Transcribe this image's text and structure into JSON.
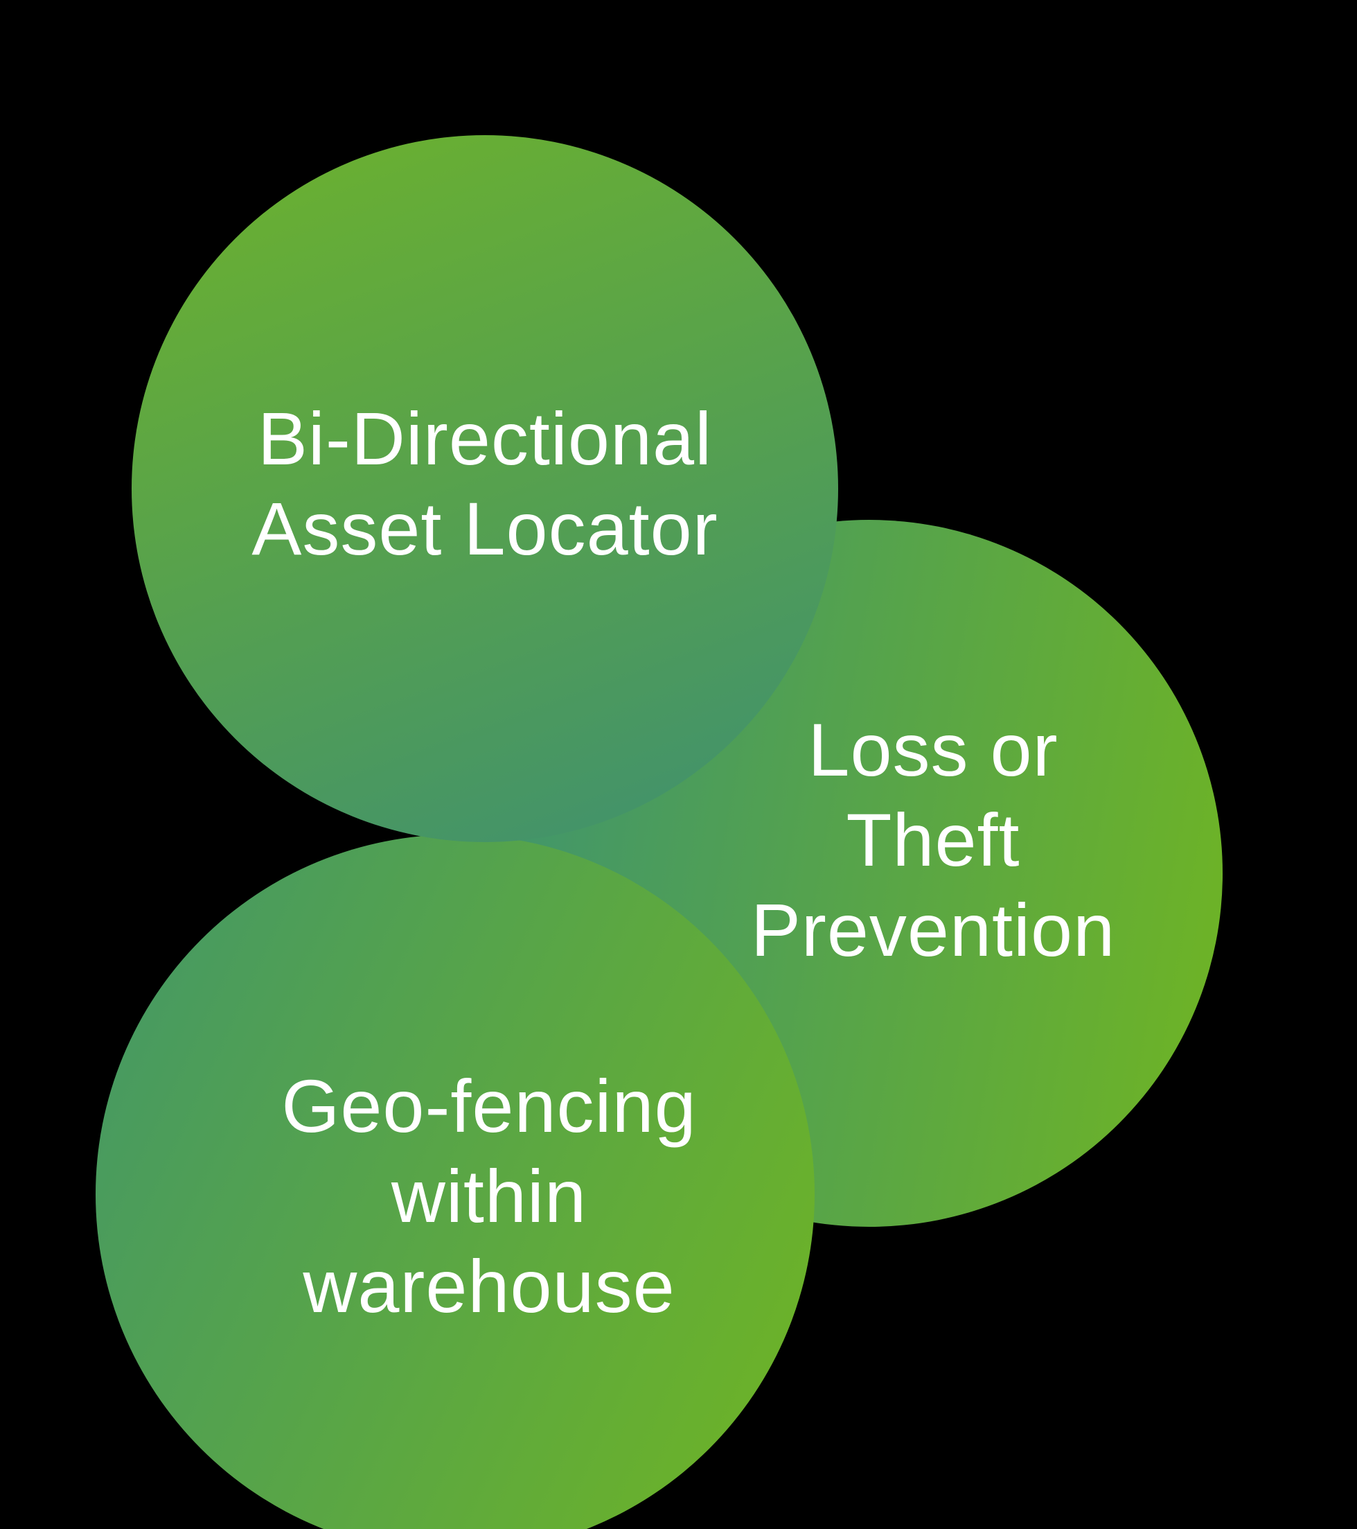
{
  "background_color": "#000000",
  "text_color": "#ffffff",
  "circles": [
    {
      "id": "bi-directional-asset-locator",
      "label": "Bi-Directional\nAsset Locator",
      "gradient_start": "#6db22c",
      "gradient_end": "#3f9070",
      "gradient_angle": "160deg"
    },
    {
      "id": "loss-or-theft-prevention",
      "label": "Loss or Theft\nPrevention",
      "gradient_start": "#3f946f",
      "gradient_end": "#70b522",
      "gradient_angle": "100deg"
    },
    {
      "id": "geo-fencing-within-warehouse",
      "label": "Geo-fencing\nwithin\nwarehouse",
      "gradient_start": "#439768",
      "gradient_end": "#70b522",
      "gradient_angle": "115deg"
    }
  ]
}
